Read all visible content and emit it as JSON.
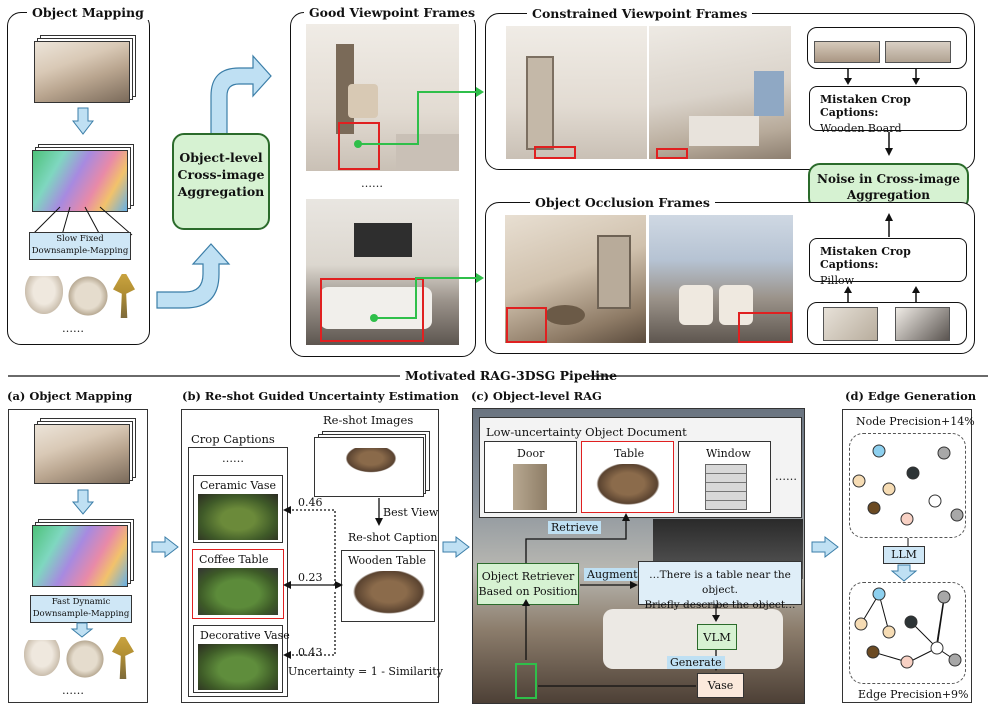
{
  "top": {
    "object_mapping_title": "Object Mapping",
    "slow_mapping": "Slow Fixed\nDownsample-Mapping",
    "ellipsis": "……",
    "aggregation": "Object-level\nCross-image\nAggregation",
    "good_frames_title": "Good Viewpoint Frames",
    "good_ellipsis": "……",
    "constrained_title": "Constrained Viewpoint Frames",
    "occlusion_title": "Object Occlusion Frames",
    "mistaken_top_title": "Mistaken Crop Captions:",
    "mistaken_top_value": "Wooden Board",
    "noise": "Noise in Cross-image\nAggregation",
    "mistaken_bottom_title": "Mistaken Crop Captions:",
    "mistaken_bottom_value": "Pillow"
  },
  "divider": "Motivated RAG-3DSG Pipeline",
  "a": {
    "title": "(a) Object Mapping",
    "fast_mapping": "Fast Dynamic\nDownsample-Mapping",
    "ellipsis": "……"
  },
  "b": {
    "title": "(b) Re-shot Guided Uncertainty Estimation",
    "reshot_images": "Re-shot Images",
    "crop_captions": "Crop Captions",
    "dots": "……",
    "ceramic": "Ceramic Vase",
    "coffee": "Coffee Table",
    "decorative": "Decorative Vase",
    "best_view": "Best View",
    "reshot_caption": "Re-shot Caption",
    "wooden_table": "Wooden Table",
    "s1": "0.46",
    "s2": "0.23",
    "s3": "0.43",
    "formula": "Uncertainty = 1 - Similarity"
  },
  "c": {
    "title": "(c) Object-level RAG",
    "doc_title": "Low-uncertainty Object Document",
    "door": "Door",
    "table": "Table",
    "window": "Window",
    "more": "……",
    "retrieve": "Retrieve",
    "retriever": "Object Retriever\nBased on Position",
    "augment": "Augment",
    "prompt": "…There is a table near the object.\nBriefly describe the object…",
    "vlm": "VLM",
    "generate": "Generate",
    "vase": "Vase"
  },
  "d": {
    "title": "(d) Edge Generation",
    "node_precision": "Node Precision+14%",
    "llm": "LLM",
    "edge_precision": "Edge Precision+9%"
  },
  "colors": {
    "green_fill": "#d6f2d2",
    "green_line": "#2fbf4a",
    "blue_arrow": "#bfe0f3",
    "red": "#e02020"
  }
}
